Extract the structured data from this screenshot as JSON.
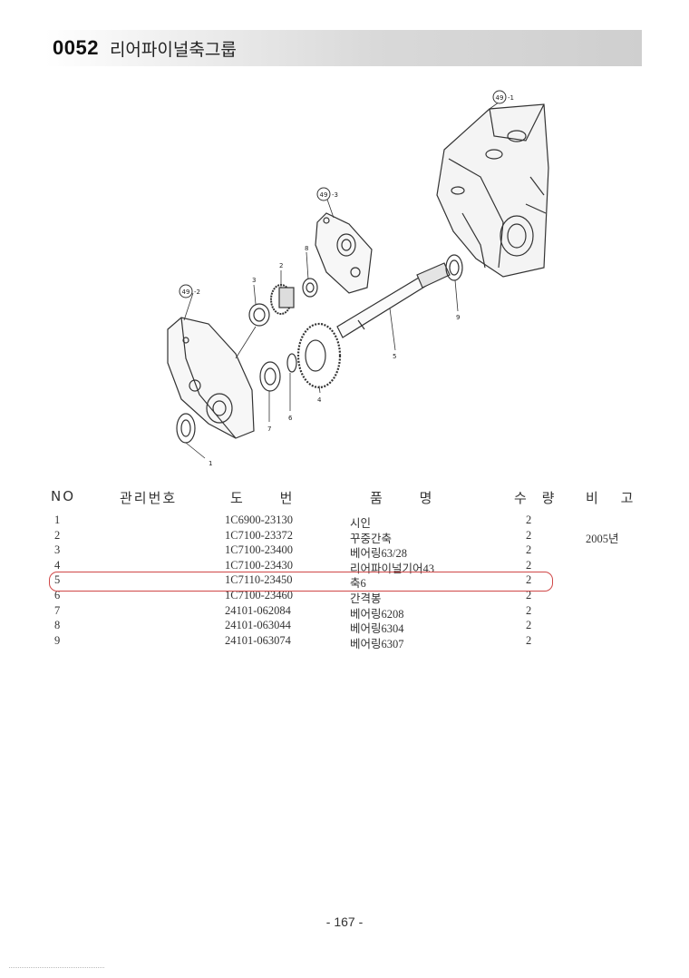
{
  "header": {
    "code": "0052",
    "title": "리어파이널축그룹"
  },
  "callouts": {
    "ref_49_1": "49",
    "ref_49_1_suffix": "-1",
    "ref_49_2": "49",
    "ref_49_2_suffix": "-2",
    "ref_49_3": "49",
    "ref_49_3_suffix": "-3",
    "n1": "1",
    "n2": "2",
    "n3": "3",
    "n4": "4",
    "n5": "5",
    "n6": "6",
    "n7": "7",
    "n8": "8",
    "n9": "9"
  },
  "table": {
    "headers": {
      "no": "NO",
      "mgmt": "관리번호",
      "dwg": "도 번",
      "name": "품 명",
      "qty": "수 량",
      "note": "비 고"
    },
    "rows": [
      {
        "no": "1",
        "dwg": "1C6900-23130",
        "name": "시인",
        "qty": "2",
        "note": ""
      },
      {
        "no": "2",
        "dwg": "1C7100-23372",
        "name": "꾸중간축",
        "qty": "2",
        "note": "2005년"
      },
      {
        "no": "3",
        "dwg": "1C7100-23400",
        "name": "베어링63/28",
        "qty": "2",
        "note": ""
      },
      {
        "no": "4",
        "dwg": "1C7100-23430",
        "name": "리어파이널기어43",
        "qty": "2",
        "note": ""
      },
      {
        "no": "5",
        "dwg": "1C7110-23450",
        "name": "축6",
        "qty": "2",
        "note": ""
      },
      {
        "no": "6",
        "dwg": "1C7100-23460",
        "name": "간격봉",
        "qty": "2",
        "note": ""
      },
      {
        "no": "7",
        "dwg": "24101-062084",
        "name": "베어링6208",
        "qty": "2",
        "note": ""
      },
      {
        "no": "8",
        "dwg": "24101-063044",
        "name": "베어링6304",
        "qty": "2",
        "note": ""
      },
      {
        "no": "9",
        "dwg": "24101-063074",
        "name": "베어링6307",
        "qty": "2",
        "note": ""
      }
    ]
  },
  "page_number": "- 167 -"
}
